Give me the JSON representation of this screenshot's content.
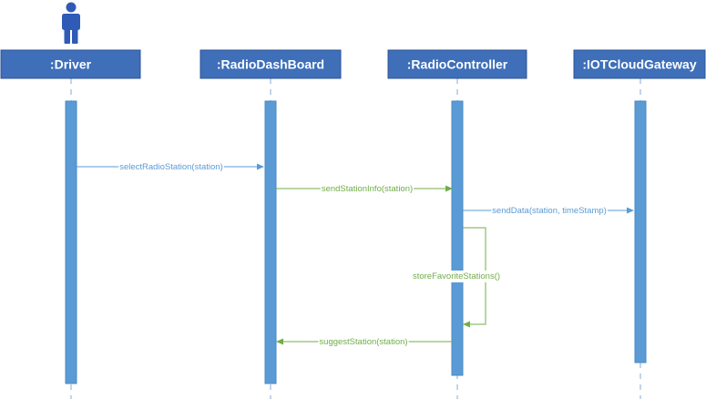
{
  "colors": {
    "participant_fill": "#3e6fb8",
    "activation_fill": "#5b9bd5",
    "blue_message": "#5b9bd5",
    "green_message": "#70ad47",
    "actor_icon": "#2f5bb7"
  },
  "participants": [
    {
      "id": "driver",
      "label": ":Driver",
      "actor": true
    },
    {
      "id": "dashboard",
      "label": ":RadioDashBoard",
      "actor": false
    },
    {
      "id": "controller",
      "label": ":RadioController",
      "actor": false
    },
    {
      "id": "gateway",
      "label": ":IOTCloudGateway",
      "actor": false
    }
  ],
  "messages": [
    {
      "id": "select-radio-station",
      "from": "driver",
      "to": "dashboard",
      "label": "selectRadioStation(station)",
      "color": "blue"
    },
    {
      "id": "send-station-info",
      "from": "dashboard",
      "to": "controller",
      "label": "sendStationInfo(station)",
      "color": "green"
    },
    {
      "id": "send-data",
      "from": "controller",
      "to": "gateway",
      "label": "sendData(station, timeStamp)",
      "color": "blue"
    },
    {
      "id": "store-favorite-stations",
      "from": "controller",
      "to": "controller",
      "label": "storeFavoriteStations()",
      "color": "green",
      "self": true
    },
    {
      "id": "suggest-station",
      "from": "controller",
      "to": "dashboard",
      "label": "suggestStation(station)",
      "color": "green"
    }
  ]
}
